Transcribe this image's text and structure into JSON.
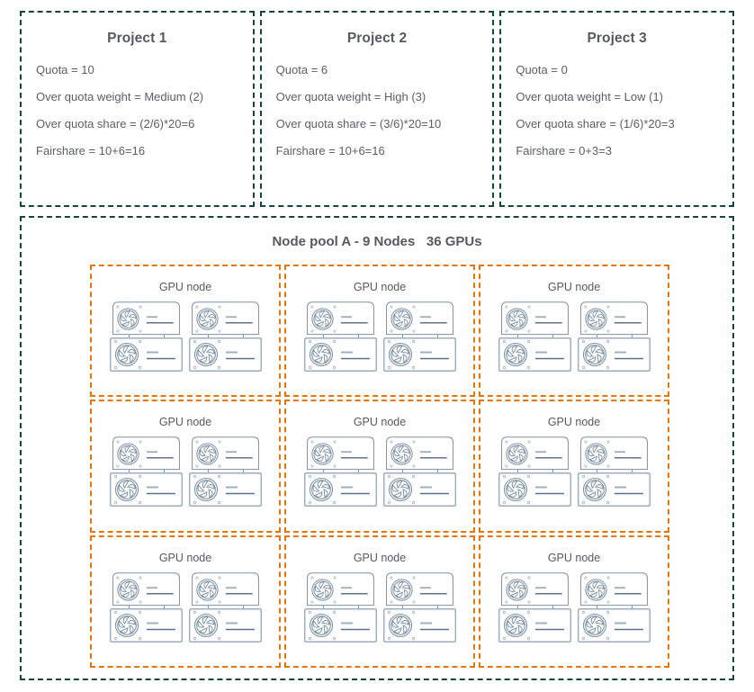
{
  "projects": [
    {
      "title": "Project 1",
      "lines": [
        "Quota = 10",
        "Over quota weight = Medium (2)",
        "Over quota share =  (2/6)*20=6",
        "Fairshare = 10+6=16"
      ]
    },
    {
      "title": "Project 2",
      "lines": [
        "Quota = 6",
        "Over quota weight = High (3)",
        "Over quota share =  (3/6)*20=10",
        "Fairshare = 10+6=16"
      ]
    },
    {
      "title": "Project 3",
      "lines": [
        "Quota = 0",
        "Over quota weight = Low (1)",
        "Over quota share =  (1/6)*20=3",
        "Fairshare = 0+3=3"
      ]
    }
  ],
  "node_pool": {
    "title": "Node pool A - 9 Nodes   36 GPUs",
    "node_label": "GPU node",
    "node_count": 9,
    "gpus_per_node": 4,
    "nodes": [
      {
        "label": "GPU node"
      },
      {
        "label": "GPU node"
      },
      {
        "label": "GPU node"
      },
      {
        "label": "GPU node"
      },
      {
        "label": "GPU node"
      },
      {
        "label": "GPU node"
      },
      {
        "label": "GPU node"
      },
      {
        "label": "GPU node"
      },
      {
        "label": "GPU node"
      }
    ]
  },
  "colors": {
    "project_border": "#14463a",
    "pool_border": "#14463a",
    "node_border": "#E8750A",
    "text": "#555a5e",
    "card_stroke": "#7f93a5",
    "card_line_dark": "#5d7387",
    "background": "#ffffff"
  }
}
